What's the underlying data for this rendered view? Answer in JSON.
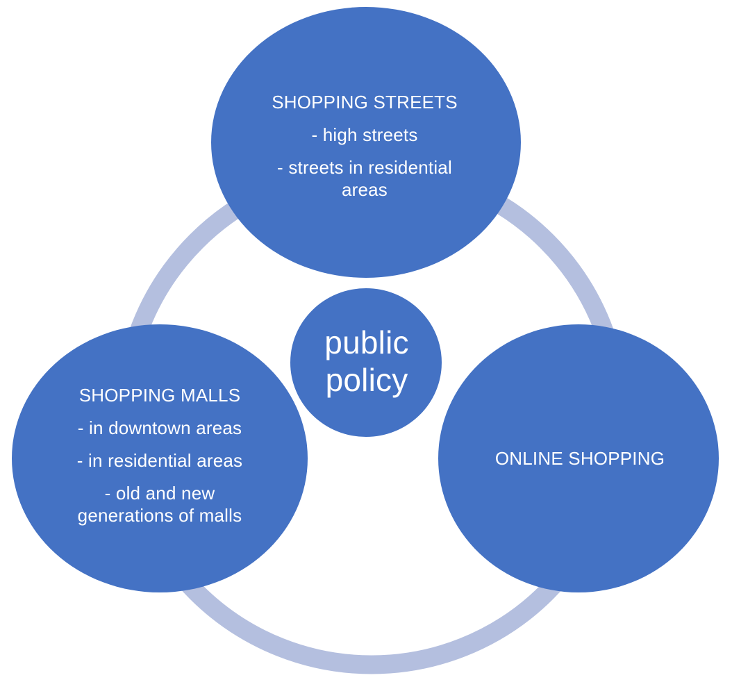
{
  "colors": {
    "node_fill": "#4472C4",
    "ring": "#B4BFDF",
    "text": "#FFFFFF",
    "background": "#FFFFFF"
  },
  "center": {
    "line1": "public",
    "line2": "policy"
  },
  "shopping_streets": {
    "title": "SHOPPING STREETS",
    "item1": "- high streets",
    "item2_line1": "- streets in residential",
    "item2_line2": "areas"
  },
  "shopping_malls": {
    "title": "SHOPPING MALLS",
    "item1": "- in downtown areas",
    "item2": "- in residential areas",
    "item3_line1": "- old and new",
    "item3_line2": "generations of malls"
  },
  "online_shopping": {
    "title": "ONLINE SHOPPING"
  }
}
